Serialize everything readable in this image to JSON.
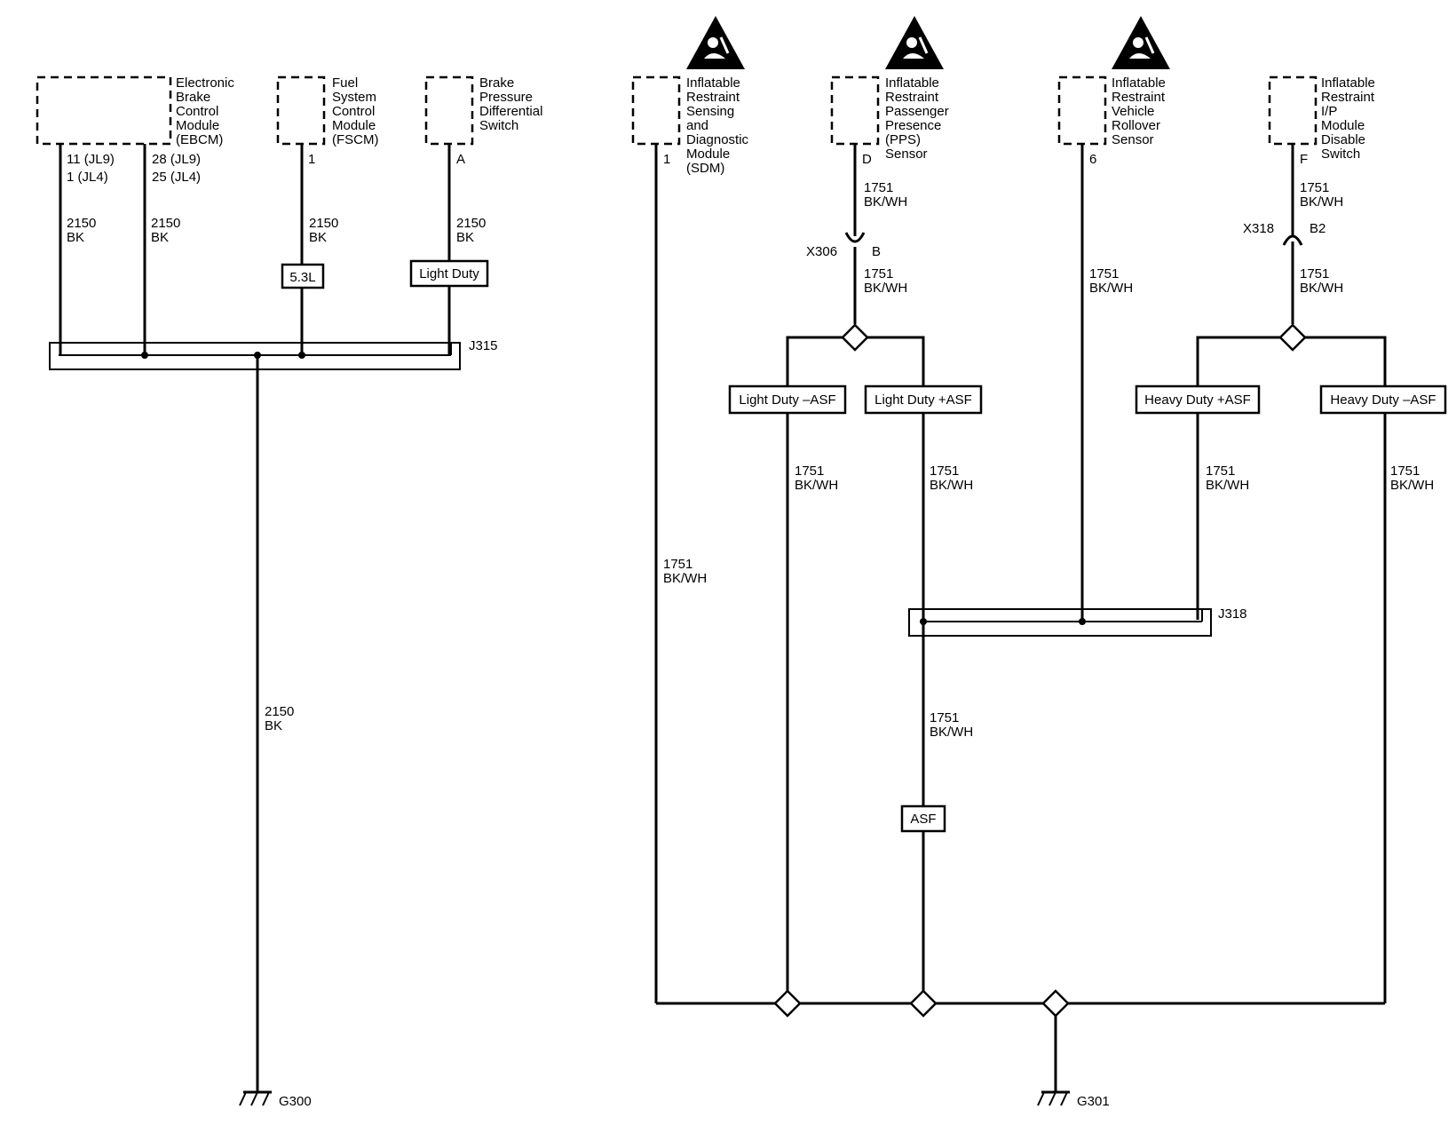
{
  "components": {
    "ebcm": [
      "Electronic",
      "Brake",
      "Control",
      "Module",
      "(EBCM)"
    ],
    "fscm": [
      "Fuel",
      "System",
      "Control",
      "Module",
      "(FSCM)"
    ],
    "bpds": [
      "Brake",
      "Pressure",
      "Differential",
      "Switch"
    ],
    "sdm": [
      "Inflatable",
      "Restraint",
      "Sensing",
      "and",
      "Diagnostic",
      "Module",
      "(SDM)"
    ],
    "pps": [
      "Inflatable",
      "Restraint",
      "Passenger",
      "Presence",
      "(PPS)",
      "Sensor"
    ],
    "rollover": [
      "Inflatable",
      "Restraint",
      "Vehicle",
      "Rollover",
      "Sensor"
    ],
    "disable": [
      "Inflatable",
      "Restraint",
      "I/P",
      "Module",
      "Disable",
      "Switch"
    ]
  },
  "pins": {
    "ebcm_a1": "11 (JL9)",
    "ebcm_a2": "1 (JL4)",
    "ebcm_b1": "28 (JL9)",
    "ebcm_b2": "25 (JL4)",
    "fscm": "1",
    "bpds": "A",
    "sdm": "1",
    "pps": "D",
    "rollover": "6",
    "disable": "F",
    "x306_pin": "B",
    "x318_pin": "B2"
  },
  "wires": {
    "w2150": [
      "2150",
      "BK"
    ],
    "w1751": [
      "1751",
      "BK/WH"
    ]
  },
  "options": {
    "engine": "5.3L",
    "light_duty": "Light Duty",
    "ld_minus": "Light Duty –ASF",
    "ld_plus": "Light Duty +ASF",
    "hd_plus": "Heavy Duty +ASF",
    "hd_minus": "Heavy Duty –ASF",
    "asf": "ASF"
  },
  "connectors": {
    "x306": "X306",
    "x318": "X318"
  },
  "splices": {
    "j315": "J315",
    "j318": "J318"
  },
  "grounds": {
    "g300": "G300",
    "g301": "G301"
  },
  "icons": [
    "airbag-warning-icon"
  ]
}
